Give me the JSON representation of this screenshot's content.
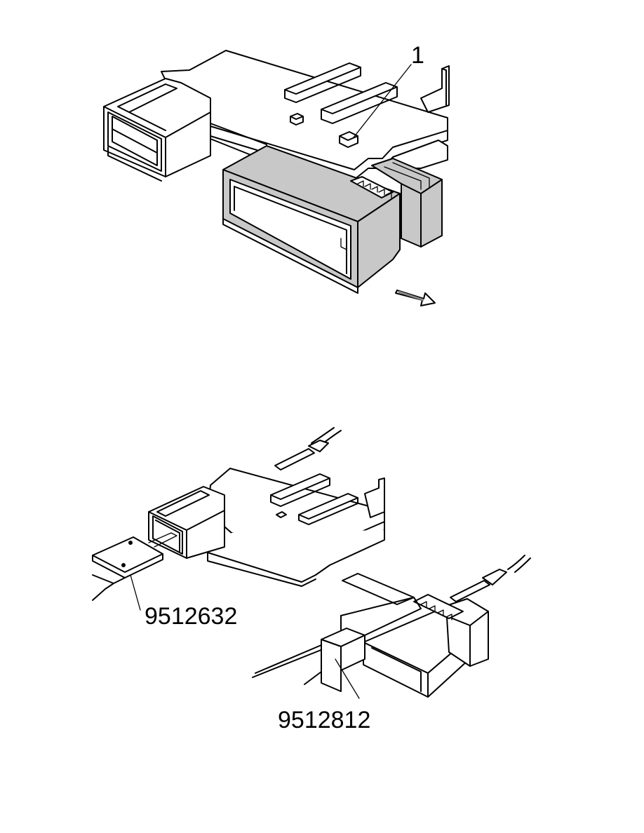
{
  "figure_top": {
    "callout_label": "1",
    "housing_fill": "#c8c8c8",
    "arrow_icon": "arrow-down-right-icon"
  },
  "figure_bottom": {
    "tool_label_left": "9512632",
    "tool_label_right": "9512812"
  }
}
